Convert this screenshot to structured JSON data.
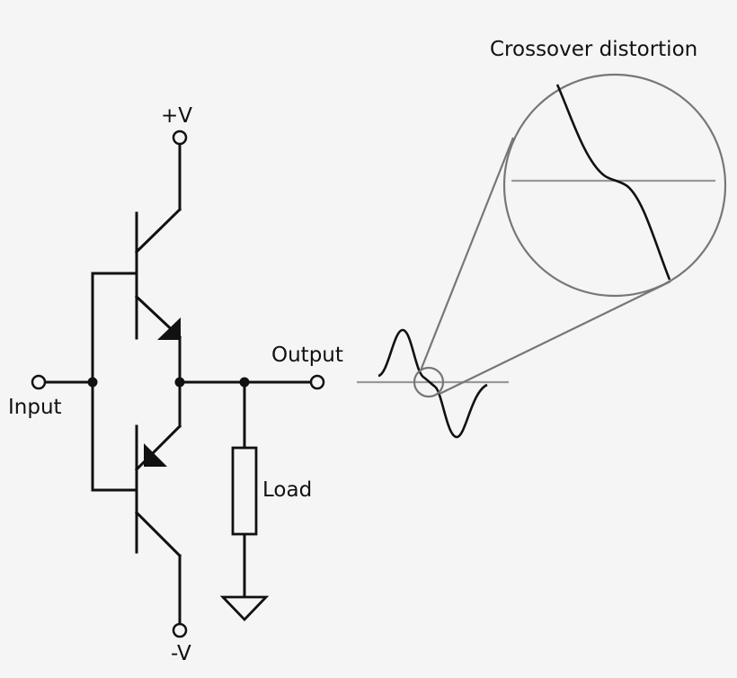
{
  "title": "Crossover distortion",
  "labels": {
    "plus_v": "+V",
    "minus_v": "-V",
    "input": "Input",
    "output": "Output",
    "load": "Load"
  },
  "colors": {
    "background": "#f5f5f5",
    "wire": "#111111",
    "magnifier": "#777777"
  }
}
